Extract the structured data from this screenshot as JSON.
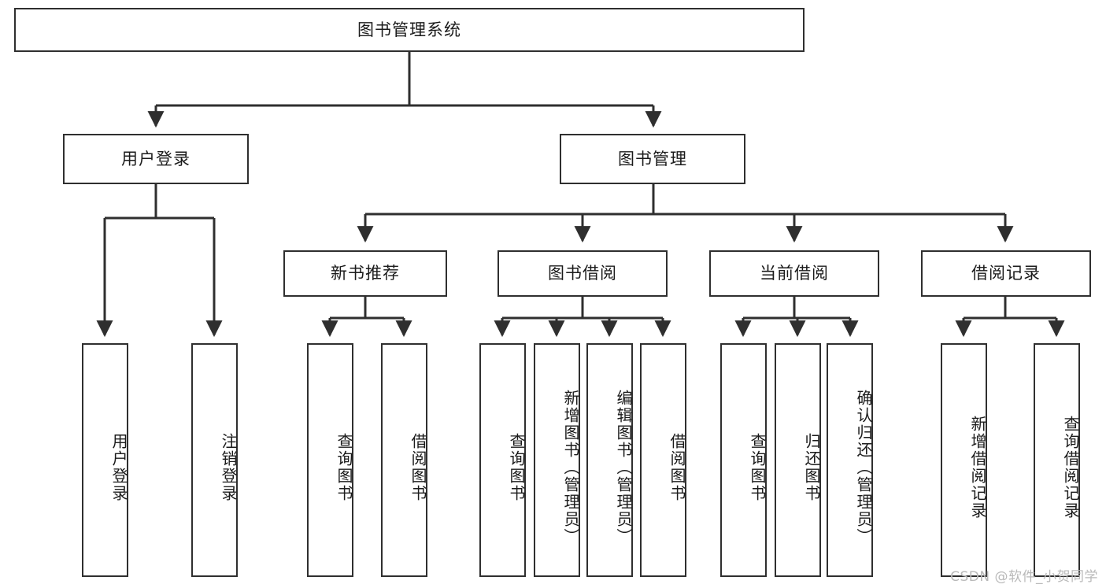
{
  "diagram": {
    "title": "图书管理系统",
    "type": "tree-hierarchy-chart",
    "orientation": "top-down",
    "line_color": "#2f2f2f",
    "box_fill": "#ffffff",
    "text_color": "#1b1b1b"
  },
  "nodes": {
    "root": {
      "label": "图书管理系统"
    },
    "level1": [
      {
        "label": "用户登录"
      },
      {
        "label": "图书管理"
      }
    ],
    "level2": [
      {
        "label": "新书推荐"
      },
      {
        "label": "图书借阅"
      },
      {
        "label": "当前借阅"
      },
      {
        "label": "借阅记录"
      }
    ],
    "leaves": {
      "user_login": [
        {
          "label": "用户登录"
        },
        {
          "label": "注销登录"
        }
      ],
      "new_book_recommend": [
        {
          "label": "查询图书"
        },
        {
          "label": "借阅图书"
        }
      ],
      "book_borrow": [
        {
          "label": "查询图书"
        },
        {
          "label": "新增图书（管理员）"
        },
        {
          "label": "编辑图书（管理员）"
        },
        {
          "label": "借阅图书"
        }
      ],
      "current_borrow": [
        {
          "label": "查询图书"
        },
        {
          "label": "归还图书"
        },
        {
          "label": "确认归还（管理员）"
        }
      ],
      "borrow_record": [
        {
          "label": "新增借阅记录"
        },
        {
          "label": "查询借阅记录"
        }
      ]
    }
  },
  "watermark": {
    "text": "CSDN @软件_小贺同学"
  }
}
